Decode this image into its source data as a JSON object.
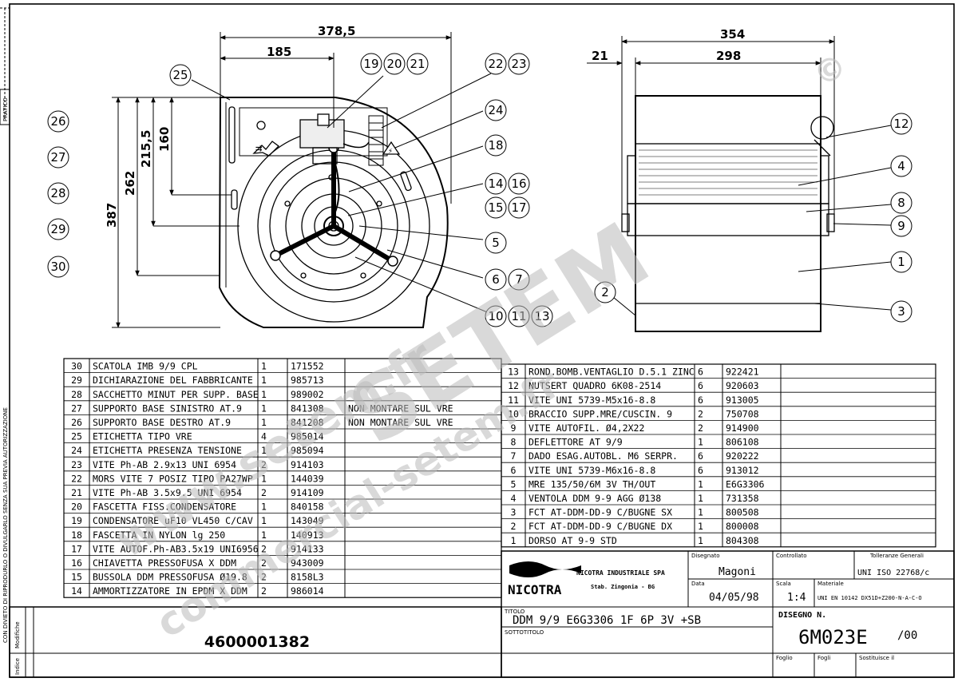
{
  "side_labels": {
    "pratico": "PRATICO",
    "copyright": "CON DIVIETO DI RIPRODURLO O DIVULGARLO SENZA SUA PREVIA AUTORIZZAZIONE",
    "modifiche": "Modifiche",
    "indice": "Indice"
  },
  "dimensions": {
    "left_width": "378,5",
    "left_partial": "185",
    "right_width": "354",
    "right_inner": "298",
    "right_offset": "21",
    "v160": "160",
    "v215": "215,5",
    "v262": "262",
    "v387": "387"
  },
  "balloons": {
    "b25": "25",
    "b19": "19",
    "b20": "20",
    "b21": "21",
    "b22": "22",
    "b23": "23",
    "b24": "24",
    "b18": "18",
    "b14": "14",
    "b16": "16",
    "b15": "15",
    "b17": "17",
    "b5": "5",
    "b6": "6",
    "b7": "7",
    "b10": "10",
    "b11": "11",
    "b13": "13",
    "b26": "26",
    "b27": "27",
    "b28": "28",
    "b29": "29",
    "b30": "30",
    "b12": "12",
    "b4": "4",
    "b8": "8",
    "b9": "9",
    "b1": "1",
    "b2": "2",
    "b3": "3"
  },
  "parts_left": [
    {
      "n": "30",
      "desc": "SCATOLA IMB 9/9 CPL",
      "qty": "1",
      "code": "171552",
      "note": ""
    },
    {
      "n": "29",
      "desc": "DICHIARAZIONE DEL FABBRICANTE",
      "qty": "1",
      "code": "985713",
      "note": ""
    },
    {
      "n": "28",
      "desc": "SACCHETTO MINUT PER SUPP. BASE",
      "qty": "1",
      "code": "989002",
      "note": ""
    },
    {
      "n": "27",
      "desc": "SUPPORTO BASE SINISTRO AT.9",
      "qty": "1",
      "code": "841308",
      "note": "NON MONTARE SUL VRE"
    },
    {
      "n": "26",
      "desc": "SUPPORTO BASE DESTRO AT.9",
      "qty": "1",
      "code": "841208",
      "note": "NON MONTARE SUL VRE"
    },
    {
      "n": "25",
      "desc": "ETICHETTA TIPO VRE",
      "qty": "4",
      "code": "985014",
      "note": ""
    },
    {
      "n": "24",
      "desc": "ETICHETTA PRESENZA TENSIONE",
      "qty": "1",
      "code": "985094",
      "note": ""
    },
    {
      "n": "23",
      "desc": "VITE Ph-AB 2.9x13 UNI 6954",
      "qty": "2",
      "code": "914103",
      "note": ""
    },
    {
      "n": "22",
      "desc": "MORS VITE 7 POSIZ TIPO PA27WP",
      "qty": "1",
      "code": "144039",
      "note": ""
    },
    {
      "n": "21",
      "desc": "VITE Ph-AB 3.5x9.5 UNI 6954",
      "qty": "2",
      "code": "914109",
      "note": ""
    },
    {
      "n": "20",
      "desc": "FASCETTA FISS.CONDENSATORE",
      "qty": "1",
      "code": "840158",
      "note": ""
    },
    {
      "n": "19",
      "desc": "CONDENSATORE uF10 VL450 C/CAV",
      "qty": "1",
      "code": "143049",
      "note": ""
    },
    {
      "n": "18",
      "desc": "FASCETTA IN NYLON lg 250",
      "qty": "1",
      "code": "140913",
      "note": ""
    },
    {
      "n": "17",
      "desc": "VITE AUTOF.Ph-AB3.5x19 UNI6956",
      "qty": "2",
      "code": "914133",
      "note": ""
    },
    {
      "n": "16",
      "desc": "CHIAVETTA PRESSOFUSA X DDM",
      "qty": "2",
      "code": "943009",
      "note": ""
    },
    {
      "n": "15",
      "desc": "BUSSOLA DDM PRESSOFUSA Ø19.8",
      "qty": "2",
      "code": "8158L3",
      "note": ""
    },
    {
      "n": "14",
      "desc": "AMMORTIZZATORE IN EPDM X DDM",
      "qty": "2",
      "code": "986014",
      "note": ""
    }
  ],
  "parts_right": [
    {
      "n": "13",
      "desc": "ROND.BOMB.VENTAGLIO D.5.1 ZINC",
      "qty": "6",
      "code": "922421"
    },
    {
      "n": "12",
      "desc": "NUTSERT QUADRO 6K08-2514",
      "qty": "6",
      "code": "920603"
    },
    {
      "n": "11",
      "desc": "VITE UNI 5739-M5x16-8.8",
      "qty": "6",
      "code": "913005"
    },
    {
      "n": "10",
      "desc": "BRACCIO SUPP.MRE/CUSCIN. 9",
      "qty": "2",
      "code": "750708"
    },
    {
      "n": "9",
      "desc": "VITE AUTOFIL. Ø4,2X22",
      "qty": "2",
      "code": "914900"
    },
    {
      "n": "8",
      "desc": "DEFLETTORE AT 9/9",
      "qty": "1",
      "code": "806108"
    },
    {
      "n": "7",
      "desc": "DADO ESAG.AUTOBL. M6 SERPR.",
      "qty": "6",
      "code": "920222"
    },
    {
      "n": "6",
      "desc": "VITE UNI 5739-M6x16-8.8",
      "qty": "6",
      "code": "913012"
    },
    {
      "n": "5",
      "desc": "MRE 135/50/6M 3V TH/OUT",
      "qty": "1",
      "code": "E6G3306"
    },
    {
      "n": "4",
      "desc": "VENTOLA DDM 9-9 AGG Ø138",
      "qty": "1",
      "code": "731358"
    },
    {
      "n": "3",
      "desc": "FCT AT-DDM-DD-9 C/BUGNE SX",
      "qty": "1",
      "code": "800508"
    },
    {
      "n": "2",
      "desc": "FCT AT-DDM-DD-9 C/BUGNE DX",
      "qty": "1",
      "code": "800008"
    },
    {
      "n": "1",
      "desc": "DORSO AT 9-9 STD",
      "qty": "1",
      "code": "804308"
    }
  ],
  "title_block": {
    "company": "NICOTRA INDUSTRIALE SPA",
    "plant": "Stab. Zingonia - BG",
    "logo": "NICOTRA",
    "disegnato_label": "Disegnato",
    "disegnato": "Magoni",
    "controllato_label": "Controllato",
    "tolleranze_label": "Tolleranze Generali",
    "tolleranze": "UNI ISO 22768/c",
    "data_label": "Data",
    "data": "04/05/98",
    "scala_label": "Scala",
    "scala": "1:4",
    "materiale_label": "Materiale",
    "materiale": "UNI EN 10142 DX51D+Z200-N-A-C-O",
    "titolo_label": "TITOLO",
    "titolo": "DDM 9/9 E6G3306 1F 6P 3V +SB",
    "sottotitolo_label": "SOTTOTITOLO",
    "disegno_label": "DISEGNO N.",
    "disegno": "6M023E",
    "rev": "/00",
    "foglio_label": "Foglio",
    "fogli_label": "Fogli",
    "sostituisce_label": "Sostituisce il"
  },
  "code_number": "4600001382",
  "watermark": {
    "w1": "www.setem.fr",
    "w2": "SETEM",
    "w3": "commercial-setem.fr",
    "copyright": "©"
  }
}
